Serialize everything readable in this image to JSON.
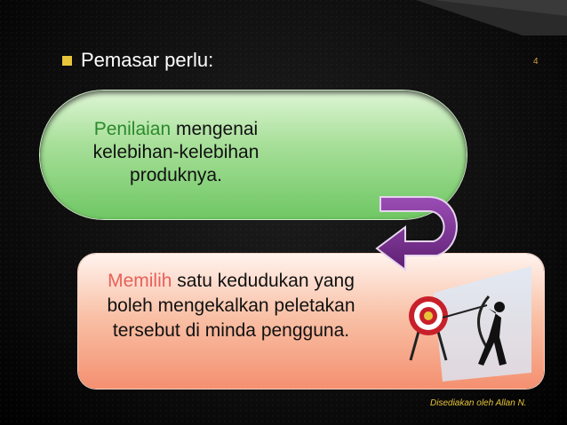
{
  "bullet": {
    "text": "Pemasar perlu:"
  },
  "page_number": "4",
  "green_box": {
    "highlight": "Penilaian",
    "rest": " mengenai kelebihan-kelebihan produknya."
  },
  "peach_box": {
    "highlight": "Memilih",
    "rest": " satu kedudukan yang boleh mengekalkan peletakan tersebut di minda pengguna."
  },
  "footer": {
    "text": "Disediakan oleh Allan N."
  },
  "colors": {
    "bullet": "#e7c53a",
    "green_highlight": "#2b8a2b",
    "peach_highlight": "#e8605a",
    "arrow": "#7a2f8e"
  },
  "icons": [
    "curved-arrow-icon",
    "archer-target-icon"
  ]
}
